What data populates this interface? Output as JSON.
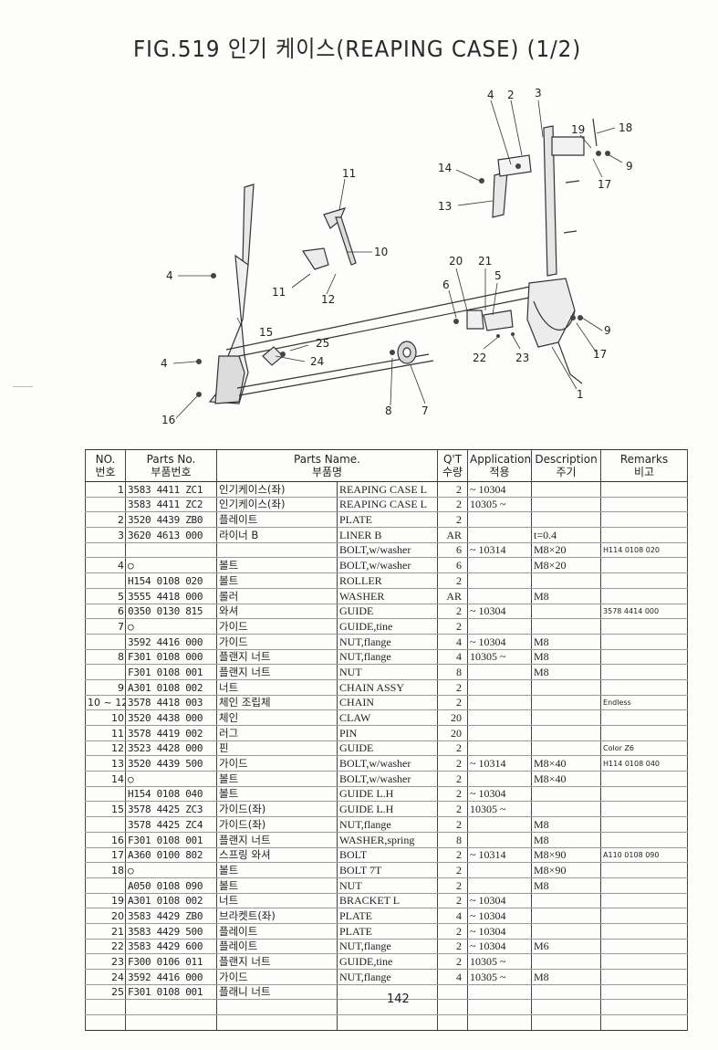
{
  "title": "FIG.519 인기 케이스(REAPING CASE) (1/2)",
  "page_number": "142",
  "diagram": {
    "callouts": [
      "1",
      "2",
      "3",
      "4",
      "4",
      "4",
      "5",
      "6",
      "7",
      "8",
      "9",
      "9",
      "11",
      "10",
      "11",
      "12",
      "13",
      "14",
      "15",
      "16",
      "17",
      "17",
      "18",
      "19",
      "20",
      "21",
      "22",
      "23",
      "24",
      "25"
    ]
  },
  "table": {
    "headers": {
      "no": "NO.",
      "no_ko": "번호",
      "parts_no": "Parts No.",
      "parts_no_ko": "부품번호",
      "parts_name": "Parts Name.",
      "parts_name_ko": "부품명",
      "qty": "Q'T",
      "qty_ko": "수량",
      "application": "Application",
      "application_ko": "적용",
      "description": "Description",
      "description_ko": "주기",
      "remarks": "Remarks",
      "remarks_ko": "비고"
    },
    "rows": [
      {
        "no": "1",
        "part": "3583 4411 ZC1",
        "name_ko": "인기케이스(좌)",
        "name_en": "REAPING CASE L",
        "qty": "2",
        "app": "~ 10304",
        "desc": "",
        "remark": ""
      },
      {
        "no": "",
        "part": "3583 4411 ZC2",
        "name_ko": "인기케이스(좌)",
        "name_en": "REAPING CASE L",
        "qty": "2",
        "app": "10305 ~",
        "desc": "",
        "remark": ""
      },
      {
        "no": "2",
        "part": "3520 4439 ZB0",
        "name_ko": "플레이트",
        "name_en": "PLATE",
        "qty": "2",
        "app": "",
        "desc": "",
        "remark": ""
      },
      {
        "no": "3",
        "part": "3620 4613 000",
        "name_ko": "라이너 B",
        "name_en": "LINER B",
        "qty": "AR",
        "app": "",
        "desc": "t=0.4",
        "remark": ""
      },
      {
        "no": "",
        "part": "",
        "name_ko": "",
        "name_en": "BOLT,w/washer",
        "qty": "6",
        "app": "~ 10314",
        "desc": "M8×20",
        "remark": "H114 0108 020"
      },
      {
        "no": "4",
        "part": "○",
        "name_ko": "볼트",
        "name_en": "BOLT,w/washer",
        "qty": "6",
        "app": "",
        "desc": "M8×20",
        "remark": ""
      },
      {
        "no": "",
        "part": "H154 0108 020",
        "name_ko": "볼트",
        "name_en": "ROLLER",
        "qty": "2",
        "app": "",
        "desc": "",
        "remark": ""
      },
      {
        "no": "5",
        "part": "3555 4418 000",
        "name_ko": "롤러",
        "name_en": "WASHER",
        "qty": "AR",
        "app": "",
        "desc": "M8",
        "remark": ""
      },
      {
        "no": "6",
        "part": "0350 0130 815",
        "name_ko": "와셔",
        "name_en": "GUIDE",
        "qty": "2",
        "app": "~ 10304",
        "desc": "",
        "remark": "3578 4414 000"
      },
      {
        "no": "7",
        "part": "○",
        "name_ko": "가이드",
        "name_en": "GUIDE,tine",
        "qty": "2",
        "app": "",
        "desc": "",
        "remark": ""
      },
      {
        "no": "",
        "part": "3592 4416 000",
        "name_ko": "가이드",
        "name_en": "NUT,flange",
        "qty": "4",
        "app": "~ 10304",
        "desc": "M8",
        "remark": ""
      },
      {
        "no": "8",
        "part": "F301 0108 000",
        "name_ko": "플랜지 너트",
        "name_en": "NUT,flange",
        "qty": "4",
        "app": "10305 ~",
        "desc": "M8",
        "remark": ""
      },
      {
        "no": "",
        "part": "F301 0108 001",
        "name_ko": "플랜지 너트",
        "name_en": "NUT",
        "qty": "8",
        "app": "",
        "desc": "M8",
        "remark": ""
      },
      {
        "no": "9",
        "part": "A301 0108 002",
        "name_ko": "너트",
        "name_en": "CHAIN ASSY",
        "qty": "2",
        "app": "",
        "desc": "",
        "remark": ""
      },
      {
        "no": "10 ~ 12",
        "part": "3578 4418 003",
        "name_ko": "체인 조립체",
        "name_en": "CHAIN",
        "qty": "2",
        "app": "",
        "desc": "",
        "remark": "Endless"
      },
      {
        "no": "10",
        "part": "3520 4438 000",
        "name_ko": "체인",
        "name_en": "CLAW",
        "qty": "20",
        "app": "",
        "desc": "",
        "remark": ""
      },
      {
        "no": "11",
        "part": "3578 4419 002",
        "name_ko": "러그",
        "name_en": "PIN",
        "qty": "20",
        "app": "",
        "desc": "",
        "remark": ""
      },
      {
        "no": "12",
        "part": "3523 4428 000",
        "name_ko": "핀",
        "name_en": "GUIDE",
        "qty": "2",
        "app": "",
        "desc": "",
        "remark": "Color Z6"
      },
      {
        "no": "13",
        "part": "3520 4439 500",
        "name_ko": "가이드",
        "name_en": "BOLT,w/washer",
        "qty": "2",
        "app": "~ 10314",
        "desc": "M8×40",
        "remark": "H114 0108 040"
      },
      {
        "no": "14",
        "part": "○",
        "name_ko": "볼트",
        "name_en": "BOLT,w/washer",
        "qty": "2",
        "app": "",
        "desc": "M8×40",
        "remark": ""
      },
      {
        "no": "",
        "part": "H154 0108 040",
        "name_ko": "볼트",
        "name_en": "GUIDE L.H",
        "qty": "2",
        "app": "~ 10304",
        "desc": "",
        "remark": ""
      },
      {
        "no": "15",
        "part": "3578 4425 ZC3",
        "name_ko": "가이드(좌)",
        "name_en": "GUIDE L.H",
        "qty": "2",
        "app": "10305 ~",
        "desc": "",
        "remark": ""
      },
      {
        "no": "",
        "part": "3578 4425 ZC4",
        "name_ko": "가이드(좌)",
        "name_en": "NUT,flange",
        "qty": "2",
        "app": "",
        "desc": "M8",
        "remark": ""
      },
      {
        "no": "16",
        "part": "F301 0108 001",
        "name_ko": "플랜지 너트",
        "name_en": "WASHER,spring",
        "qty": "8",
        "app": "",
        "desc": "M8",
        "remark": ""
      },
      {
        "no": "17",
        "part": "A360 0100 802",
        "name_ko": "스프링 와셔",
        "name_en": "BOLT",
        "qty": "2",
        "app": "~ 10314",
        "desc": "M8×90",
        "remark": "A110 0108 090"
      },
      {
        "no": "18",
        "part": "○",
        "name_ko": "볼트",
        "name_en": "BOLT 7T",
        "qty": "2",
        "app": "",
        "desc": "M8×90",
        "remark": ""
      },
      {
        "no": "",
        "part": "A050 0108 090",
        "name_ko": "볼트",
        "name_en": "NUT",
        "qty": "2",
        "app": "",
        "desc": "M8",
        "remark": ""
      },
      {
        "no": "19",
        "part": "A301 0108 002",
        "name_ko": "너트",
        "name_en": "BRACKET L",
        "qty": "2",
        "app": "~ 10304",
        "desc": "",
        "remark": ""
      },
      {
        "no": "20",
        "part": "3583 4429 ZB0",
        "name_ko": "브라켓트(좌)",
        "name_en": "PLATE",
        "qty": "4",
        "app": "~ 10304",
        "desc": "",
        "remark": ""
      },
      {
        "no": "21",
        "part": "3583 4429 500",
        "name_ko": "플레이트",
        "name_en": "PLATE",
        "qty": "2",
        "app": "~ 10304",
        "desc": "",
        "remark": ""
      },
      {
        "no": "22",
        "part": "3583 4429 600",
        "name_ko": "플레이트",
        "name_en": "NUT,flange",
        "qty": "2",
        "app": "~ 10304",
        "desc": "M6",
        "remark": ""
      },
      {
        "no": "23",
        "part": "F300 0106 011",
        "name_ko": "플랜지 너트",
        "name_en": "GUIDE,tine",
        "qty": "2",
        "app": "10305 ~",
        "desc": "",
        "remark": ""
      },
      {
        "no": "24",
        "part": "3592 4416 000",
        "name_ko": "가이드",
        "name_en": "NUT,flange",
        "qty": "4",
        "app": "10305 ~",
        "desc": "M8",
        "remark": ""
      },
      {
        "no": "25",
        "part": "F301 0108 001",
        "name_ko": "플래니 너트",
        "name_en": "",
        "qty": "",
        "app": "",
        "desc": "",
        "remark": ""
      },
      {
        "no": "",
        "part": "",
        "name_ko": "",
        "name_en": "",
        "qty": "",
        "app": "",
        "desc": "",
        "remark": ""
      },
      {
        "no": "",
        "part": "",
        "name_ko": "",
        "name_en": "",
        "qty": "",
        "app": "",
        "desc": "",
        "remark": ""
      }
    ]
  }
}
